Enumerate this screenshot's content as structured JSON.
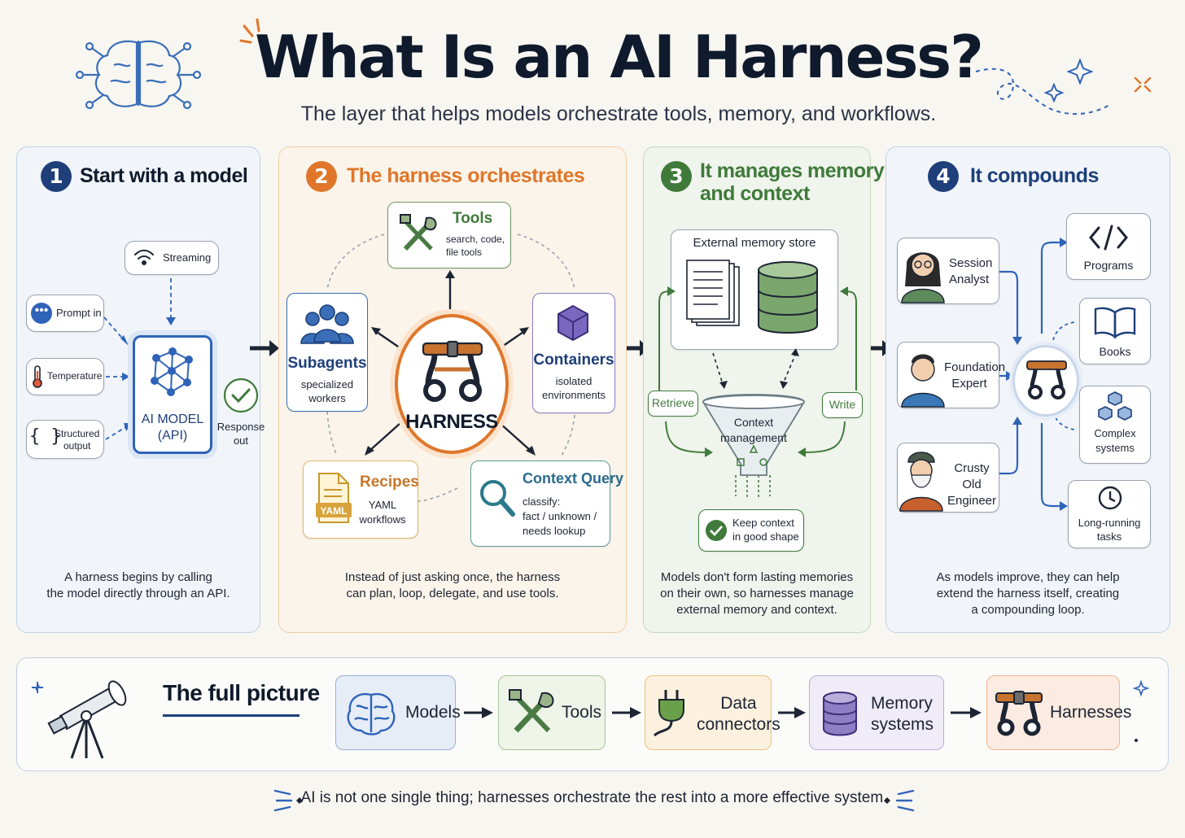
{
  "header": {
    "title": "What Is an AI Harness?",
    "subtitle": "The layer that helps models orchestrate tools, memory, and workflows."
  },
  "panels": {
    "model": {
      "number": "1",
      "title": "Start with a model",
      "streaming": "Streaming",
      "prompt_in": "Prompt in",
      "temperature": "Temperature",
      "structured_output": [
        "Structured",
        "output"
      ],
      "model_label": [
        "AI MODEL",
        "(API)"
      ],
      "response_out": [
        "Response",
        "out"
      ],
      "description": [
        "A harness begins by calling",
        "the model directly through an API."
      ]
    },
    "orchestrates": {
      "number": "2",
      "title": "The harness orchestrates",
      "tools_title": "Tools",
      "tools_sub": [
        "search, code,",
        "file tools"
      ],
      "subagents_title": "Subagents",
      "subagents_sub": [
        "specialized",
        "workers"
      ],
      "containers_title": "Containers",
      "containers_sub": [
        "isolated",
        "environments"
      ],
      "harness_label": "HARNESS",
      "recipes_title": "Recipes",
      "recipes_sub": [
        "YAML",
        "workflows"
      ],
      "recipes_badge": "YAML",
      "context_title": "Context Query",
      "context_sub": [
        "classify:",
        "fact / unknown /",
        "needs lookup"
      ],
      "description": [
        "Instead of just asking once, the harness",
        "can plan, loop, delegate, and use tools."
      ]
    },
    "memory": {
      "number": "3",
      "title": [
        "It manages memory",
        "and context"
      ],
      "store_label": "External memory store",
      "retrieve": "Retrieve",
      "write": "Write",
      "context_mgmt": [
        "Context",
        "management"
      ],
      "keep_context": [
        "Keep context",
        "in good shape"
      ],
      "description": [
        "Models don't form lasting memories",
        "on their own, so harnesses manage",
        "external memory and context."
      ]
    },
    "compounds": {
      "number": "4",
      "title": "It compounds",
      "people": [
        {
          "label": [
            "Session",
            "Analyst"
          ]
        },
        {
          "label": [
            "Foundation",
            "Expert"
          ]
        },
        {
          "label": [
            "Crusty Old",
            "Engineer"
          ]
        }
      ],
      "outputs": [
        {
          "label": [
            "Programs"
          ],
          "icon": "code-icon"
        },
        {
          "label": [
            "Books"
          ],
          "icon": "book-icon"
        },
        {
          "label": [
            "Complex",
            "systems"
          ],
          "icon": "cubes-icon"
        },
        {
          "label": [
            "Long-running",
            "tasks"
          ],
          "icon": "clock-icon"
        }
      ],
      "description": [
        "As models improve, they can help",
        "extend the harness itself, creating",
        "a compounding loop."
      ]
    }
  },
  "full_picture": {
    "title": "The full picture",
    "items": [
      {
        "label": [
          "Models"
        ],
        "icon": "brain-icon"
      },
      {
        "label": [
          "Tools"
        ],
        "icon": "wrench-icon"
      },
      {
        "label": [
          "Data",
          "connectors"
        ],
        "icon": "plug-icon"
      },
      {
        "label": [
          "Memory",
          "systems"
        ],
        "icon": "database-icon"
      },
      {
        "label": [
          "Harnesses"
        ],
        "icon": "harness-icon"
      }
    ]
  },
  "footer": "AI is not one single thing; harnesses orchestrate the rest into a more effective system.",
  "colors": {
    "navy": "#1e3f7a",
    "orange": "#e0762a",
    "green": "#3f7a3a",
    "purple": "#6a58a8",
    "blue": "#2f63b8"
  }
}
